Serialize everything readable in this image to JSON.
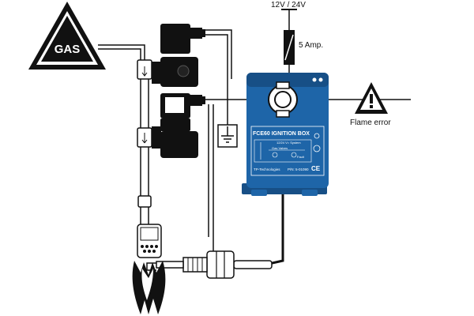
{
  "labels": {
    "gas": "GAS",
    "supply": "12V / 24V",
    "fuse": "5 Amp.",
    "flame_error": "Flame error"
  },
  "ignition_box": {
    "title": "FCE60 IGNITION BOX",
    "line1": "12/24 V= System",
    "line2": "Gas Valves",
    "line3": "Fault",
    "maker": "TP-Technologies",
    "part_no": "P/N: 5-01090",
    "ce_mark": "CE"
  },
  "colors": {
    "box_blue": "#1e65a8",
    "box_dark": "#174f86",
    "line": "#111111",
    "warning": "#111111"
  }
}
